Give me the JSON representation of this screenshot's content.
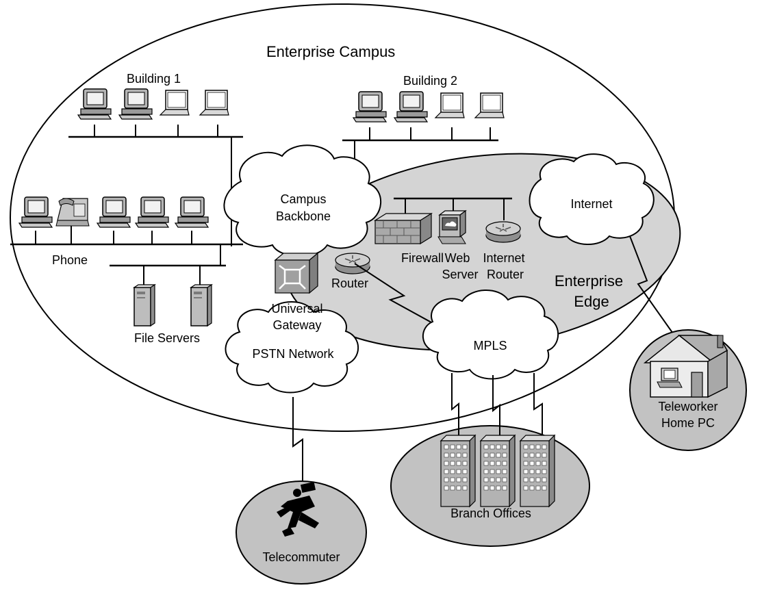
{
  "labels": {
    "campus": "Enterprise Campus",
    "building1": "Building 1",
    "building2": "Building 2",
    "phone": "Phone",
    "file_servers": "File Servers",
    "campus_backbone_1": "Campus",
    "campus_backbone_2": "Backbone",
    "firewall": "Firewall",
    "web_server_1": "Web",
    "web_server_2": "Server",
    "internet_router_1": "Internet",
    "internet_router_2": "Router",
    "router": "Router",
    "internet": "Internet",
    "edge_1": "Enterprise",
    "edge_2": "Edge",
    "universal_gateway_1": "Universal",
    "universal_gateway_2": "Gateway",
    "pstn": "PSTN Network",
    "mpls": "MPLS",
    "teleworker_1": "Teleworker",
    "teleworker_2": "Home PC",
    "branch_offices": "Branch Offices",
    "telecommuter": "Telecommuter"
  },
  "colors": {
    "edge_fill": "#d4d4d4",
    "site_fill": "#c2c2c2",
    "device_fill": "#a9a9a9",
    "line": "#000000"
  }
}
